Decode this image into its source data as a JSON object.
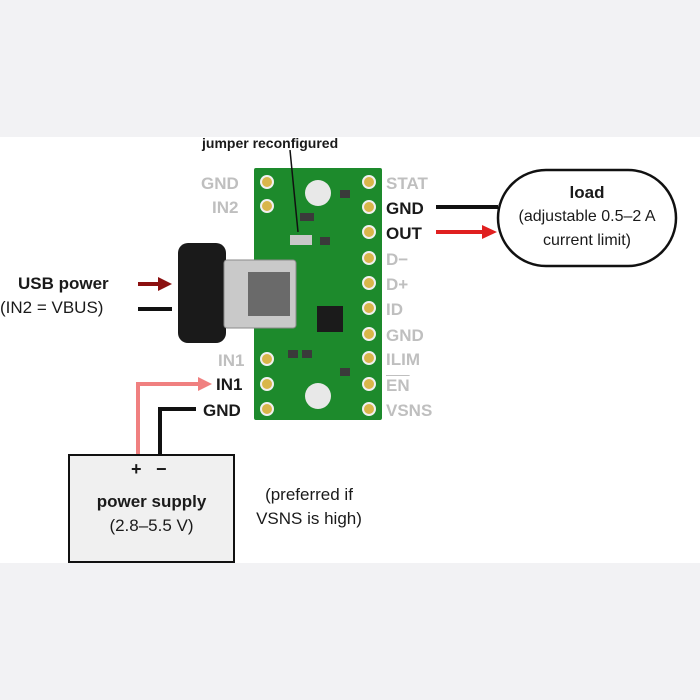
{
  "jumper_label": "jumper reconfigured",
  "left_pins": [
    "GND",
    "IN2",
    "IN1",
    "IN1",
    "GND"
  ],
  "right_pins": [
    "STAT",
    "GND",
    "OUT",
    "D−",
    "D+",
    "ID",
    "GND",
    "ILIM",
    "EN",
    "VSNS"
  ],
  "usb": {
    "title": "USB power",
    "subtitle": "(IN2 = VBUS)"
  },
  "load": {
    "title": "load",
    "line1": "(adjustable 0.5–2 A",
    "line2": "current limit)"
  },
  "power_supply": {
    "plus": "+",
    "minus": "−",
    "title": "power supply",
    "range": "(2.8–5.5 V)"
  },
  "note": {
    "line1": "(preferred if",
    "line2": "VSNS is high)"
  },
  "colors": {
    "board": "#1d8a2c",
    "arrow_red": "#e02020",
    "arrow_dark_red": "#8b1010",
    "wire_pink": "#f08080",
    "wire_black": "#111111",
    "pin_inactive": "#bfbfbf",
    "box_fill": "#f0f0f0"
  }
}
